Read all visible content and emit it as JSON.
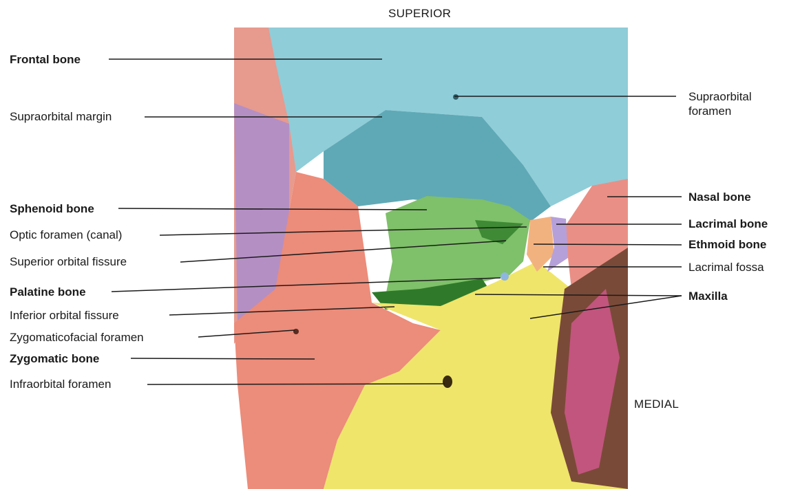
{
  "orientation": {
    "top": "SUPERIOR",
    "right": "MEDIAL"
  },
  "labels_left": {
    "frontal_bone": "Frontal bone",
    "supraorbital_margin": "Supraorbital margin",
    "sphenoid_bone": "Sphenoid bone",
    "optic_foramen": "Optic foramen (canal)",
    "superior_orbital_fissure": "Superior orbital fissure",
    "palatine_bone": "Palatine bone",
    "inferior_orbital_fissure": "Inferior orbital fissure",
    "zygomaticofacial_foramen": "Zygomaticofacial foramen",
    "zygomatic_bone": "Zygomatic bone",
    "infraorbital_foramen": "Infraorbital foramen"
  },
  "labels_right": {
    "supraorbital_foramen_line1": "Supraorbital",
    "supraorbital_foramen_line2": "foramen",
    "nasal_bone": "Nasal bone",
    "lacrimal_bone": "Lacrimal bone",
    "ethmoid_bone": "Ethmoid bone",
    "lacrimal_fossa": "Lacrimal fossa",
    "maxilla": "Maxilla"
  },
  "colors": {
    "frontal": "#8fcdd8",
    "orbit_roof": "#5fa9b6",
    "zygomatic": "#ec8c7a",
    "sphenoid": "#7fc06a",
    "maxilla": "#efe56a",
    "ethmoid": "#f2b27f",
    "lacrimal": "#b6a0d9",
    "palatine": "#8fb6e0",
    "purple_side": "#b48fc4",
    "nasal_cavity": "#7a4a38",
    "leader": "#1a1a1a"
  }
}
